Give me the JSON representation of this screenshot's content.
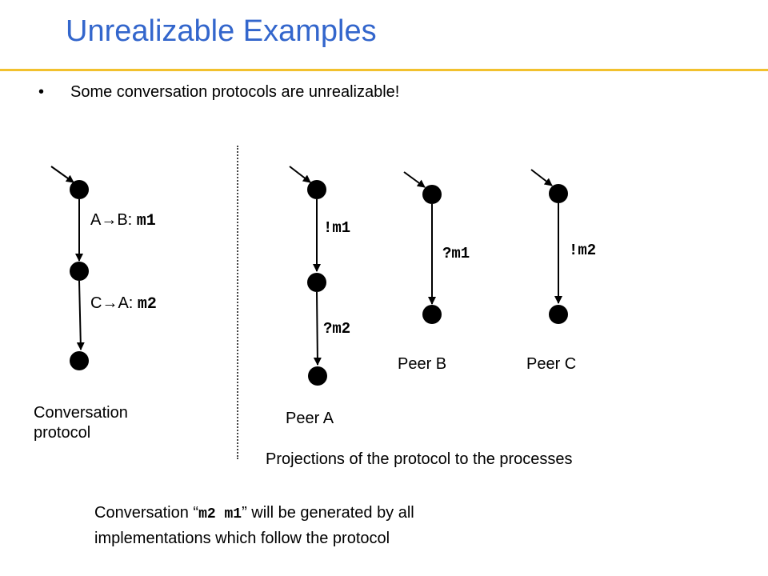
{
  "slide": {
    "title": "Unrealizable Examples",
    "bullet": "Some conversation protocols are unrealizable!"
  },
  "protocol": {
    "edge1": {
      "prefix": "A",
      "arrow": "→",
      "suffix": "B: ",
      "msg": "m1"
    },
    "edge2": {
      "prefix": "C",
      "arrow": "→",
      "suffix": "A: ",
      "msg": "m2"
    },
    "caption_line1": "Conversation",
    "caption_line2": "protocol"
  },
  "peers": {
    "a": {
      "edge1": "!m1",
      "edge2": "?m2",
      "name": "Peer A"
    },
    "b": {
      "edge1": "?m1",
      "name": "Peer B"
    },
    "c": {
      "edge1": "!m2",
      "name": "Peer C"
    },
    "projections_caption": "Projections of the protocol to the processes"
  },
  "footer": {
    "part1": "Conversation “",
    "conversation": "m2 m1",
    "part2": "” will be generated by all",
    "line2": "implementations which follow the protocol"
  },
  "colors": {
    "title": "#3366cc",
    "rule": "#f2c12e"
  }
}
